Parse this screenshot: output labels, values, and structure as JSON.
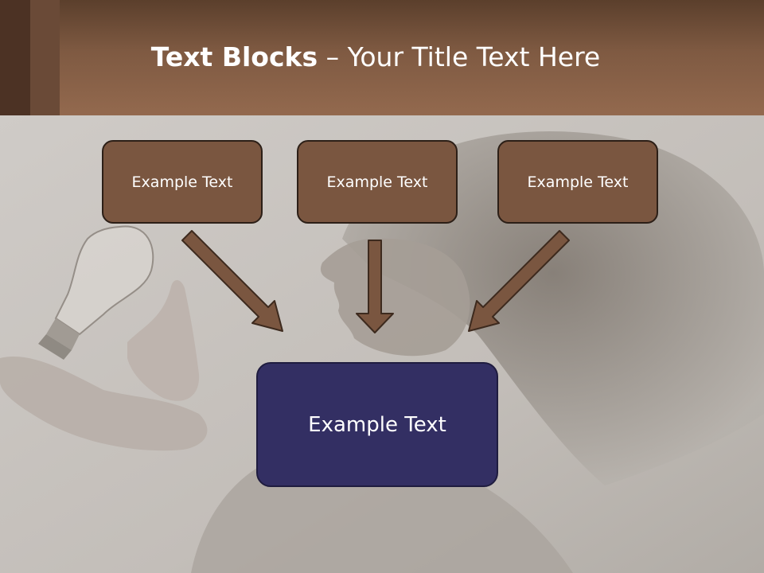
{
  "slide": {
    "title_bold": "Text Blocks",
    "title_rest": " – Your Title Text Here",
    "top_boxes": [
      {
        "label": "Example Text"
      },
      {
        "label": "Example Text"
      },
      {
        "label": "Example Text"
      }
    ],
    "main_box": {
      "label": "Example Text"
    }
  },
  "colors": {
    "header_brown": "#93694e",
    "box_brown": "#7a5640",
    "box_navy": "#332f63",
    "background_gray": "#c9c5c1"
  },
  "icons": [
    "arrow-down-right-icon",
    "arrow-down-icon",
    "arrow-down-left-icon"
  ]
}
